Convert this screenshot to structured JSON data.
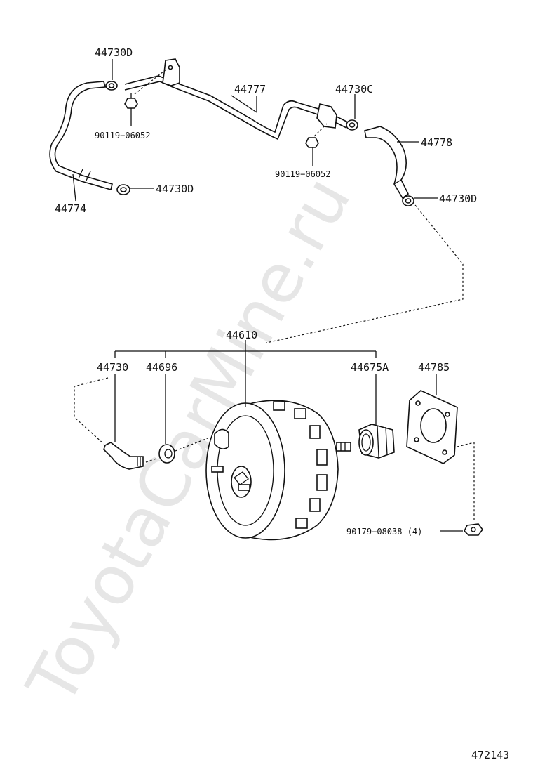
{
  "watermark": "ToyotaCarMine.ru",
  "labels": {
    "p44730D_a": "44730D",
    "p90119_a": "90119−06052",
    "p44777": "44777",
    "p44730C": "44730C",
    "p44778": "44778",
    "p90119_b": "90119−06052",
    "p44730D_b": "44730D",
    "p44730D_c": "44730D",
    "p44774": "44774",
    "p44610": "44610",
    "p44730": "44730",
    "p44696": "44696",
    "p44675A": "44675A",
    "p44785": "44785",
    "p90179": "90179−08038 (4)",
    "ref": "472143"
  }
}
